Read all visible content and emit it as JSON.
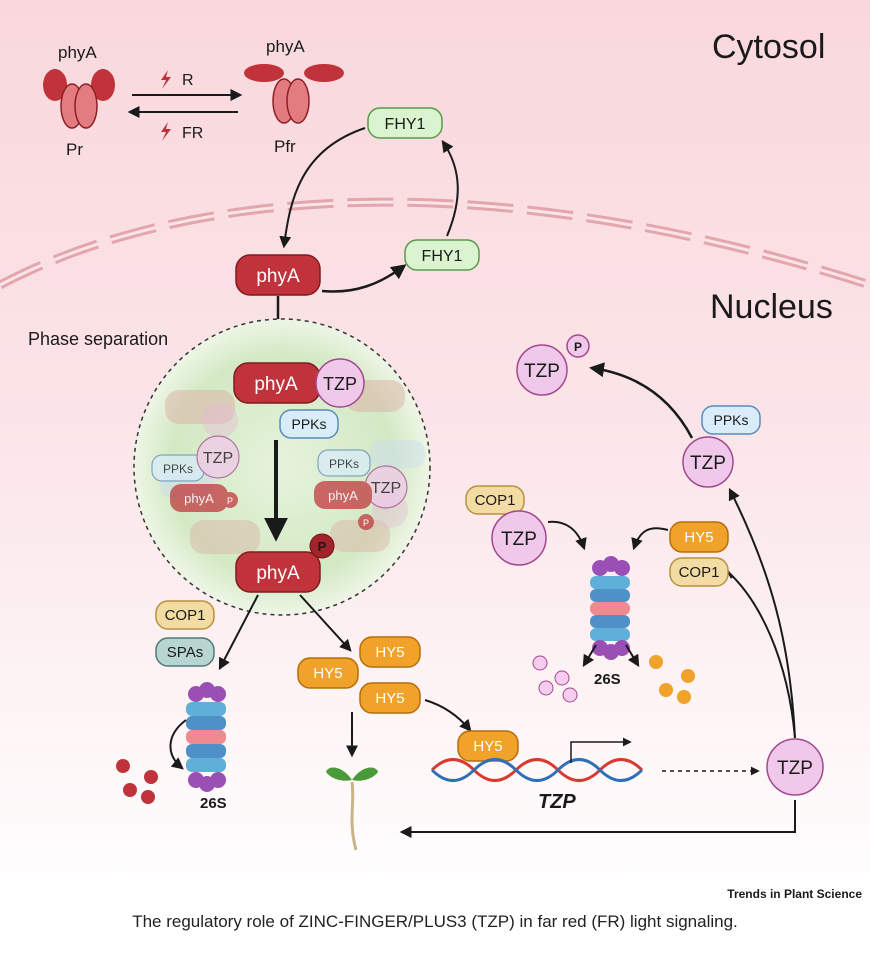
{
  "labels": {
    "cytosol": "Cytosol",
    "nucleus": "Nucleus",
    "phase_separation": "Phase separation",
    "phyA": "phyA",
    "pr": "Pr",
    "pfr": "Pfr",
    "red_light": "R",
    "far_red_light": "FR",
    "fhy1": "FHY1",
    "tzp": "TZP",
    "ppks": "PPKs",
    "p": "P",
    "cop1": "COP1",
    "spas": "SPAs",
    "hy5": "HY5",
    "proteasome": "26S",
    "tzp_gene": "TZP"
  },
  "credit": "Trends in Plant Science",
  "caption": "The regulatory role of ZINC-FINGER/PLUS3 (TZP) in far red (FR) light signaling.",
  "colors": {
    "phyA_fill": "#c0333a",
    "tzp_fill": "#f0c8ea",
    "tzp_stroke": "#a2488f",
    "fhy1_fill": "#d9f4cf",
    "ppks_fill": "#d9ecfa",
    "cop1_fill": "#f3dca4",
    "hy5_fill": "#f0a22a",
    "spas_fill": "#b8d5d1",
    "dna_red": "#d83a30",
    "dna_blue": "#2f6fb8"
  }
}
